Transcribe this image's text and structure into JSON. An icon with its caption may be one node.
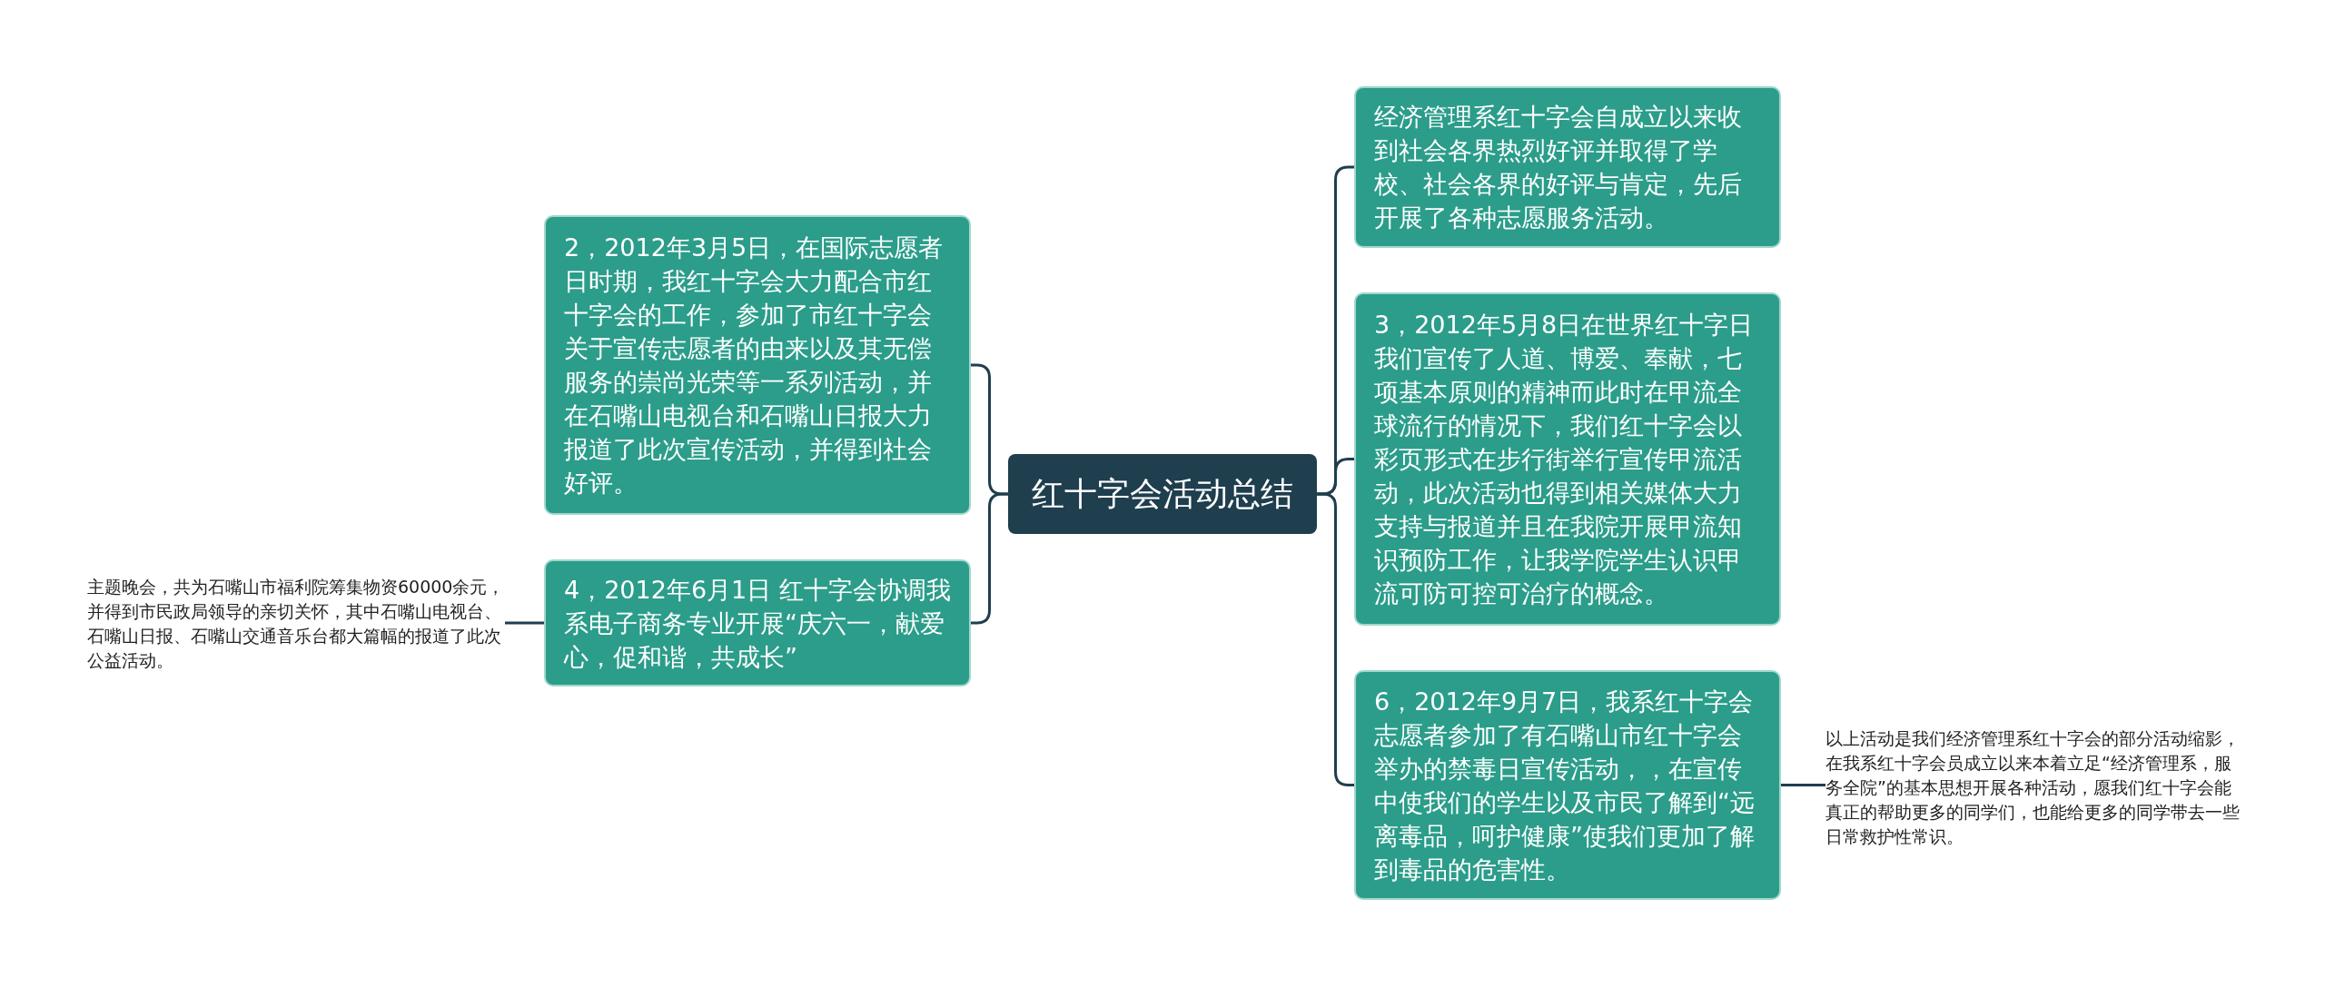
{
  "diagram": {
    "nodes": [
      {
        "text": [
          "红十字会活动总结"
        ]
      },
      {
        "text": [
          "2，2012年3月5日，在国际志愿者日时期，我红十字会大力配合市红十字会的工作，参加了市红十字会关于宣传志愿者的由来以及其无偿服务的崇尚光荣等一系列活动，并在石嘴山电视台和石嘴山日报大力报道了此次宣传活动，并得到社会好评。"
        ]
      },
      {
        "text": [
          "4，2012年6月1日 红十字会协调我系电子商务专业开展“庆六一，献爱心，促和谐，共成长”"
        ]
      },
      {
        "text": [
          "主题晚会，共为石嘴山市福利院筹集物资60000余元，并得到市民政局领导的亲切关怀，其中石嘴山电视台、石嘴山日报、石嘴山交通音乐台都大篇幅的报道了此次公益活动。"
        ]
      },
      {
        "text": [
          "经济管理系红十字会自成立以来收到社会各界热烈好评并取得了学校、社会各界的好评与肯定，先后开展了各种志愿服务活动。"
        ]
      },
      {
        "text": [
          "3，2012年5月8日在世界红十字日我们宣传了人道、博爱、奉献，七项基本原则的精神而此时在甲流全球流行的情况下，我们红十字会以彩页形式在步行街举行宣传甲流活动，此次活动也得到相关媒体大力支持与报道并且在我院开展甲流知识预防工作，让我学院学生认识甲流可防可控可治疗的概念。"
        ]
      },
      {
        "text": [
          "6，2012年9月7日，我系红十字会志愿者参加了有石嘴山市红十字会举办的禁毒日宣传活动，，在宣传中使我们的学生以及市民了解到“远离毒品，呵护健康”使我们更加了解到毒品的危害性。"
        ]
      },
      {
        "text": [
          "以上活动是我们经济管理系红十字会的部分活动缩影，在我系红十字会员成立以来本着立足“经济管理系，服务全院”的基本思想开展各种活动，愿我们红十字会能真正的帮助更多的同学们，也能给更多的同学带去一些日常救护性常识。"
        ]
      }
    ],
    "edges": [
      {
        "from": 0,
        "to": 1,
        "arrow": "none"
      },
      {
        "from": 0,
        "to": 2,
        "arrow": "none"
      },
      {
        "from": 2,
        "to": 3,
        "arrow": "none"
      },
      {
        "from": 0,
        "to": 4,
        "arrow": "none"
      },
      {
        "from": 0,
        "to": 5,
        "arrow": "none"
      },
      {
        "from": 0,
        "to": 6,
        "arrow": "none"
      },
      {
        "from": 6,
        "to": 7,
        "arrow": "none"
      }
    ]
  }
}
